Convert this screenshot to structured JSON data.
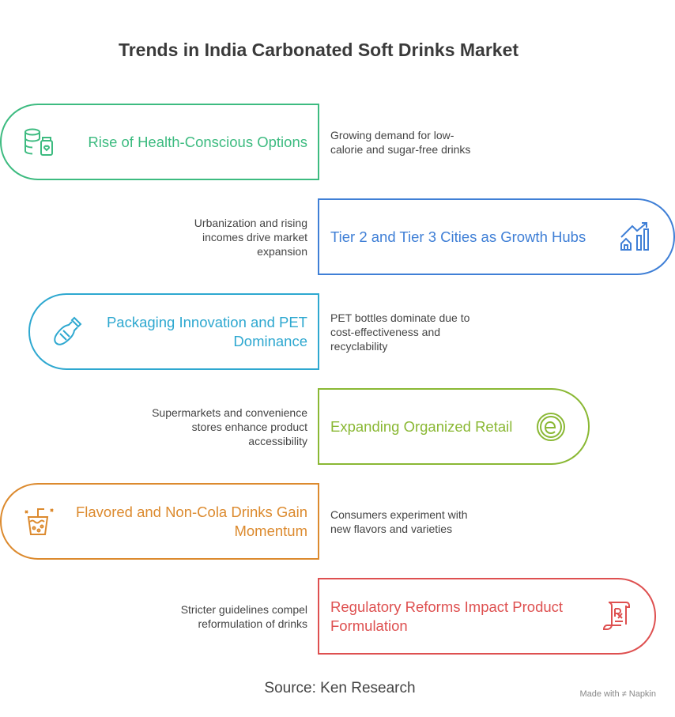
{
  "title": "Trends in India Carbonated Soft Drinks Market",
  "items": [
    {
      "label": "Rise of Health-Conscious Options",
      "desc_line1": "Growing demand for low-",
      "desc_line2": "calorie and sugar-free drinks",
      "desc_line3": "",
      "color": "#3dbb80",
      "icon": "database-jar-icon"
    },
    {
      "label": "Tier 2 and Tier 3 Cities as Growth Hubs",
      "desc_line1": "Urbanization and rising",
      "desc_line2": "incomes drive market",
      "desc_line3": "expansion",
      "color": "#3f7fd6",
      "icon": "growth-chart-house-icon"
    },
    {
      "label_line1": "Packaging Innovation and PET",
      "label_line2": "Dominance",
      "desc_line1": "PET bottles dominate due to",
      "desc_line2": "cost-effectiveness and",
      "desc_line3": "recyclability",
      "color": "#2ea8d0",
      "icon": "bottle-icon"
    },
    {
      "label": "Expanding Organized Retail",
      "desc_line1": "Supermarkets and convenience",
      "desc_line2": "stores enhance product",
      "desc_line3": "accessibility",
      "color": "#8ab834",
      "icon": "e-commerce-icon"
    },
    {
      "label_line1": "Flavored and Non-Cola Drinks Gain",
      "label_line2": "Momentum",
      "desc_line1": "Consumers experiment with",
      "desc_line2": "new flavors and varieties",
      "desc_line3": "",
      "color": "#dc8a2e",
      "icon": "bubble-tea-icon"
    },
    {
      "label_line1": "Regulatory Reforms Impact Product",
      "label_line2": "Formulation",
      "desc_line1": "Stricter guidelines compel",
      "desc_line2": "reformulation of drinks",
      "desc_line3": "",
      "color": "#de5050",
      "icon": "prescription-icon"
    }
  ],
  "source": "Source: Ken Research",
  "credit": "Made with ≠ Napkin"
}
